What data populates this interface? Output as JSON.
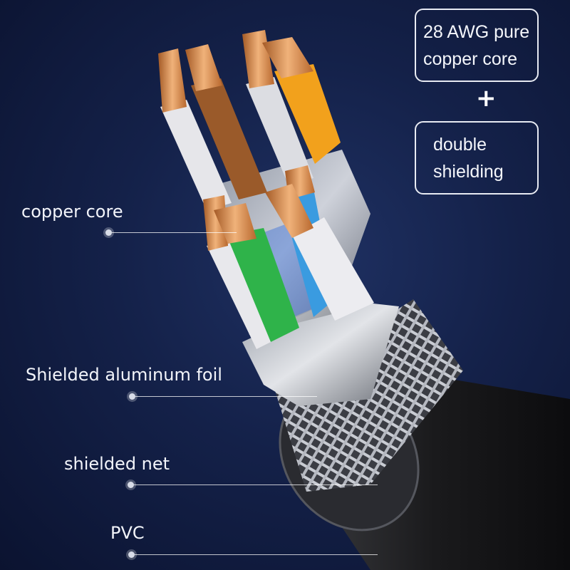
{
  "callouts": {
    "copper_core": "copper core",
    "foil": "Shielded aluminum foil",
    "net": "shielded net",
    "pvc": "PVC"
  },
  "features": {
    "box1_line1": "28 AWG pure",
    "box1_line2": "copper core",
    "plus": "+",
    "box2_line1": "double",
    "box2_line2": "shielding"
  },
  "colors": {
    "background": "#142149",
    "copper": "#d98a4a",
    "orange_wire": "#f2a11c",
    "brown_wire": "#9a5a2a",
    "green_wire": "#2fb34a",
    "blue_wire": "#3a9be0",
    "jacket": "#1c1c1e"
  }
}
